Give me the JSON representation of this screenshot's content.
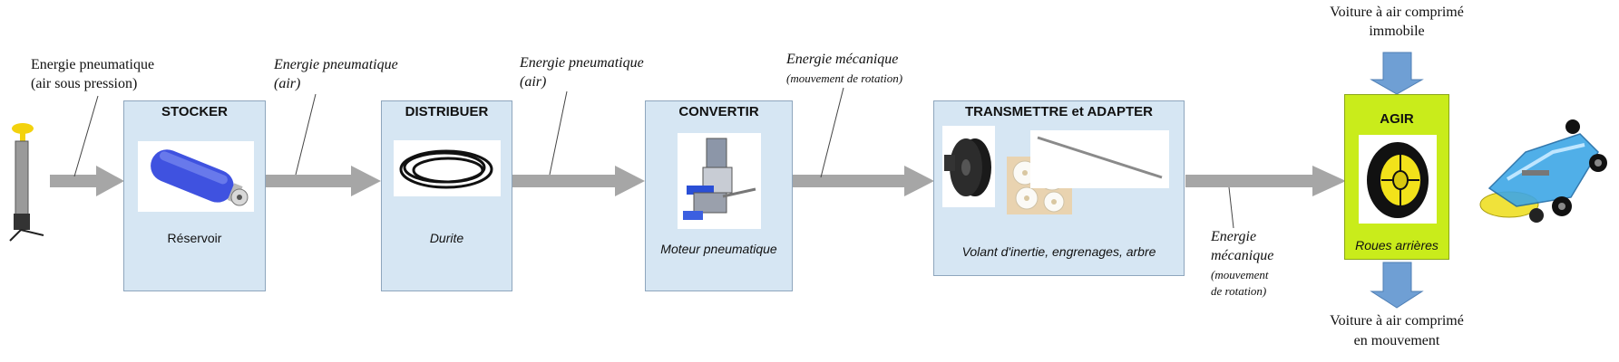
{
  "colors": {
    "box_fill": "#d6e6f3",
    "box_border": "#8ea6bd",
    "flow_arrow": "#a6a6a6",
    "agir_fill": "#c9ec1b",
    "vertical_arrow": "#6f9fd4"
  },
  "input": {
    "label_line1": "Energie pneumatique",
    "label_line2": "(air sous pression)",
    "icon": "hand-pump-icon"
  },
  "stages": [
    {
      "title": "STOCKER",
      "caption": "Réservoir",
      "icon": "air-tank-icon"
    },
    {
      "title": "DISTRIBUER",
      "caption": "Durite",
      "icon": "hose-coil-icon"
    },
    {
      "title": "CONVERTIR",
      "caption": "Moteur pneumatique",
      "icon": "pneumatic-motor-icon"
    },
    {
      "title": "TRANSMETTRE et ADAPTER",
      "caption": "Volant d'inertie, engrenages, arbre",
      "icons": [
        "flywheel-icon",
        "gears-icon",
        "shaft-icon"
      ]
    },
    {
      "title": "AGIR",
      "caption": "Roues arrières",
      "icon": "wheel-icon"
    }
  ],
  "flows": [
    {
      "line1": "Energie   pneumatique",
      "line2": "(air)"
    },
    {
      "line1": "Energie   pneumatique",
      "line2": "(air)"
    },
    {
      "line1": "Energie        mécanique",
      "line2": "(mouvement de rotation)"
    },
    {
      "line1": "Energie",
      "line2": "mécanique",
      "line3": "(mouvement",
      "line4": "de rotation)"
    }
  ],
  "agir_io": {
    "top_line1": "Voiture à air comprimé",
    "top_line2": "immobile",
    "bottom_line1": "Voiture à air comprimé",
    "bottom_line2": "en mouvement"
  },
  "output": {
    "icon": "air-car-icon"
  }
}
